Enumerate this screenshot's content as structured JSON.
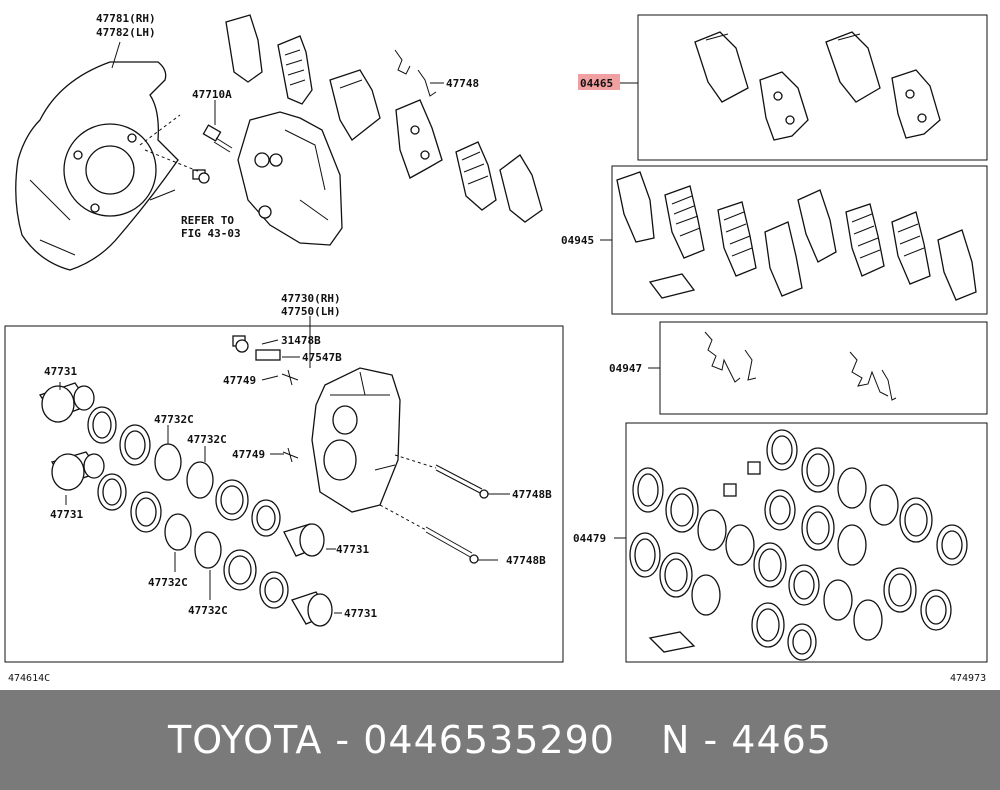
{
  "labels": {
    "l47781": "47781(RH)",
    "l47782": "47782(LH)",
    "l47710A": "47710A",
    "l47748": "47748",
    "refer1": "REFER TO",
    "refer2": "FIG 43-03",
    "l04465": "04465",
    "l04945": "04945",
    "l47730": "47730(RH)",
    "l47750": "47750(LH)",
    "l31478B": "31478B",
    "l47547B": "47547B",
    "l47749a": "47749",
    "l47749b": "47749",
    "l47731a": "47731",
    "l47731b": "47731",
    "l47731c": "47731",
    "l47731d": "47731",
    "l47732Ca": "47732C",
    "l47732Cb": "47732C",
    "l47732Cc": "47732C",
    "l47732Cd": "47732C",
    "l47748Ba": "47748B",
    "l47748Bb": "47748B",
    "l04947": "04947",
    "l04479": "04479",
    "code_left": "474614C",
    "code_right": "474973"
  },
  "footer": {
    "brand_part": "TOYOTA - 0446535290",
    "ref": "N - 4465"
  },
  "colors": {
    "highlight": "#f0a0a0",
    "footer_bg": "#7a7a7a"
  }
}
